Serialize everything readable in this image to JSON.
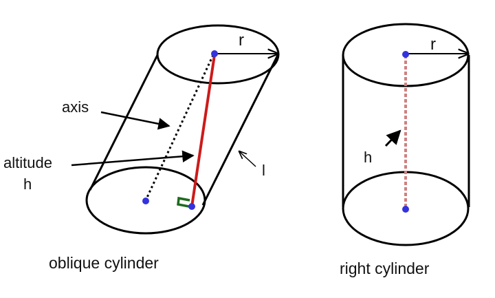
{
  "diagram": {
    "oblique": {
      "caption": "oblique cylinder",
      "radius_label": "r",
      "axis_label": "axis",
      "altitude_label_line1": "altitude",
      "altitude_label_line2": "h",
      "slant_label": "l"
    },
    "right": {
      "caption": "right cylinder",
      "radius_label": "r",
      "height_label": "h"
    },
    "colors": {
      "outline": "#000000",
      "altitude": "#cc1a1a",
      "height_dashed": "#d08080",
      "center_point": "#3333dd",
      "right_angle_marker": "#1e6b1e"
    }
  }
}
